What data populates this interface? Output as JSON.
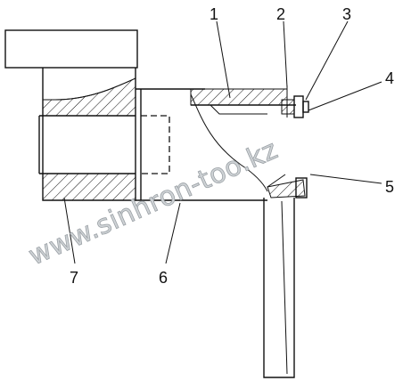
{
  "callouts": {
    "c1": "1",
    "c2": "2",
    "c3": "3",
    "c4": "4",
    "c5": "5",
    "c6": "6",
    "c7": "7"
  },
  "watermark": "www.sinhron-too.kz",
  "colors": {
    "ink": "#111111",
    "background": "#ffffff",
    "watermark_fill": "#cfd3d6"
  }
}
